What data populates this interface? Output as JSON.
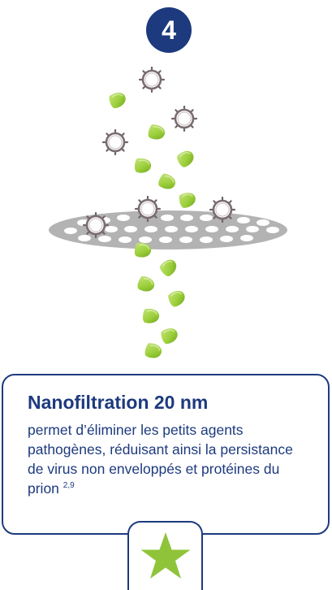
{
  "step": {
    "number": "4"
  },
  "card": {
    "title": "Nanofiltration 20 nm",
    "body": "permet d’éliminer les petits agents pathogènes, réduisant ainsi la persistance de virus non enveloppés et protéines du prion",
    "superscript": "2,9"
  },
  "colors": {
    "navy": "#1d3a7e",
    "green_particle": "#9ccf3a",
    "green_star": "#8fc43a",
    "filter_gray": "#b3b3b3",
    "virus_outline": "#7a6d70"
  },
  "icons": {
    "star": "star-icon",
    "virus": "virus-icon",
    "protein": "protein-particle-icon",
    "filter": "filter-membrane-icon"
  }
}
